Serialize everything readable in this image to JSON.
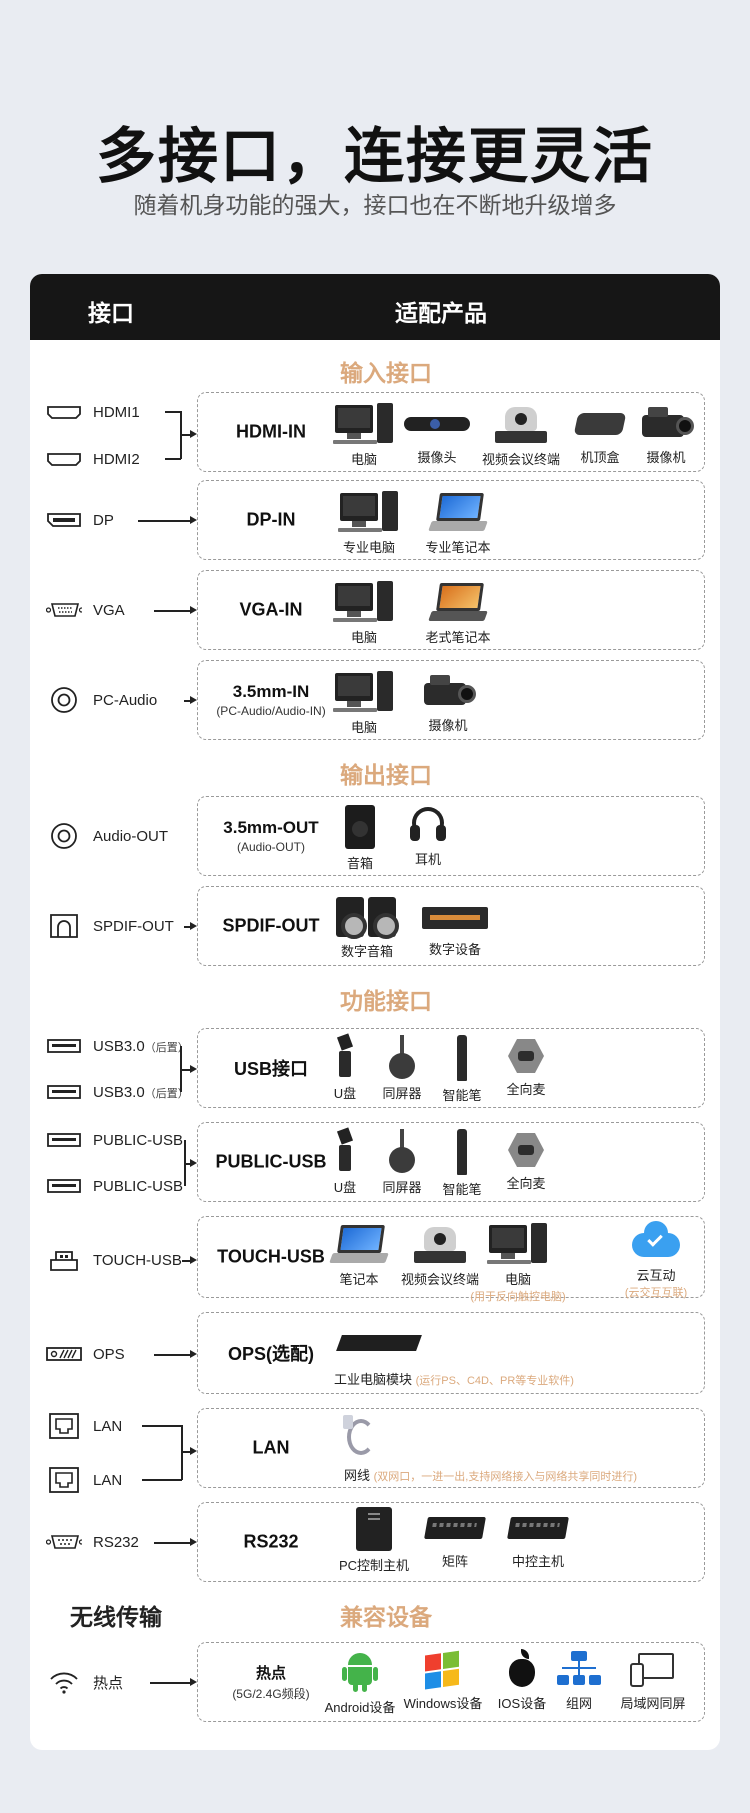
{
  "header": {
    "title": "多接口，连接更灵活",
    "subtitle": "随着机身功能的强大，接口也在不断地升级增多"
  },
  "table": {
    "col_interface": "接口",
    "col_products": "适配产品"
  },
  "sections": {
    "input": "输入接口",
    "output": "输出接口",
    "function": "功能接口",
    "wireless": "无线传输",
    "compatible": "兼容设备"
  },
  "rows": {
    "hdmi": {
      "ports": [
        "HDMI1",
        "HDMI2"
      ],
      "name": "HDMI-IN",
      "products": [
        "电脑",
        "摄像头",
        "视频会议终端",
        "机顶盒",
        "摄像机"
      ]
    },
    "dp": {
      "ports": [
        "DP"
      ],
      "name": "DP-IN",
      "products": [
        "专业电脑",
        "专业笔记本"
      ]
    },
    "vga": {
      "ports": [
        "VGA"
      ],
      "name": "VGA-IN",
      "products": [
        "电脑",
        "老式笔记本"
      ]
    },
    "pcaudio": {
      "ports": [
        "PC-Audio"
      ],
      "name": "3.5mm-IN",
      "name_sub": "(PC-Audio/Audio-IN)",
      "products": [
        "电脑",
        "摄像机"
      ]
    },
    "audioout": {
      "ports": [
        "Audio-OUT"
      ],
      "name": "3.5mm-OUT",
      "name_sub": "(Audio-OUT)",
      "products": [
        "音箱",
        "耳机"
      ]
    },
    "spdif": {
      "ports": [
        "SPDIF-OUT"
      ],
      "name": "SPDIF-OUT",
      "products": [
        "数字音箱",
        "数字设备"
      ]
    },
    "usb30": {
      "ports": [
        "USB3.0",
        "USB3.0"
      ],
      "port_note": "（后置）",
      "name": "USB接口",
      "products": [
        "U盘",
        "同屏器",
        "智能笔",
        "全向麦"
      ]
    },
    "publicusb": {
      "ports": [
        "PUBLIC-USB",
        "PUBLIC-USB"
      ],
      "name": "PUBLIC-USB",
      "products": [
        "U盘",
        "同屏器",
        "智能笔",
        "全向麦"
      ]
    },
    "touchusb": {
      "ports": [
        "TOUCH-USB"
      ],
      "name": "TOUCH-USB",
      "products": [
        "笔记本",
        "视频会议终端",
        "电脑",
        "云互动"
      ],
      "notes": [
        "(用于反向触控电脑)",
        "(云交互互联)"
      ]
    },
    "ops": {
      "ports": [
        "OPS"
      ],
      "name": "OPS(选配)",
      "products": [
        "工业电脑模块"
      ],
      "notes": [
        "(运行PS、C4D、PR等专业软件)"
      ]
    },
    "lan": {
      "ports": [
        "LAN",
        "LAN"
      ],
      "name": "LAN",
      "products": [
        "网线"
      ],
      "notes": [
        "(双网口，一进一出,支持网络接入与网络共享同时进行)"
      ]
    },
    "rs232": {
      "ports": [
        "RS232"
      ],
      "name": "RS232",
      "products": [
        "PC控制主机",
        "矩阵",
        "中控主机"
      ]
    },
    "hotspot": {
      "ports": [
        "热点"
      ],
      "name": "热点",
      "name_sub": "(5G/2.4G频段)",
      "products": [
        "Android设备",
        "Windows设备",
        "IOS设备",
        "组网",
        "局域网同屏"
      ]
    }
  }
}
